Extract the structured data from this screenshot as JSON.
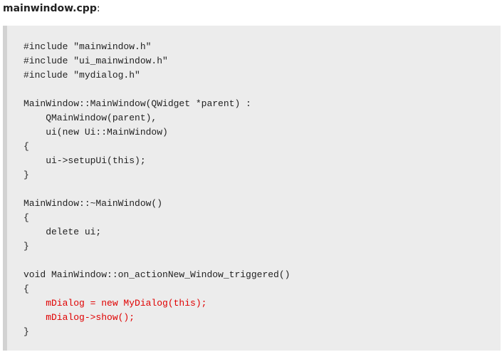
{
  "heading": {
    "filename": "mainwindow.cpp",
    "suffix": ":"
  },
  "code": {
    "lines": [
      {
        "text": "#include \"mainwindow.h\"",
        "highlight": false
      },
      {
        "text": "#include \"ui_mainwindow.h\"",
        "highlight": false
      },
      {
        "text": "#include \"mydialog.h\"",
        "highlight": false
      },
      {
        "text": "",
        "highlight": false
      },
      {
        "text": "MainWindow::MainWindow(QWidget *parent) :",
        "highlight": false
      },
      {
        "text": "    QMainWindow(parent),",
        "highlight": false
      },
      {
        "text": "    ui(new Ui::MainWindow)",
        "highlight": false
      },
      {
        "text": "{",
        "highlight": false
      },
      {
        "text": "    ui->setupUi(this);",
        "highlight": false
      },
      {
        "text": "}",
        "highlight": false
      },
      {
        "text": "",
        "highlight": false
      },
      {
        "text": "MainWindow::~MainWindow()",
        "highlight": false
      },
      {
        "text": "{",
        "highlight": false
      },
      {
        "text": "    delete ui;",
        "highlight": false
      },
      {
        "text": "}",
        "highlight": false
      },
      {
        "text": "",
        "highlight": false
      },
      {
        "text": "void MainWindow::on_actionNew_Window_triggered()",
        "highlight": false
      },
      {
        "text": "{",
        "highlight": false
      },
      {
        "text": "    mDialog = new MyDialog(this);",
        "highlight": true
      },
      {
        "text": "    mDialog->show();",
        "highlight": true
      },
      {
        "text": "}",
        "highlight": false
      }
    ]
  },
  "colors": {
    "code_background": "#ececec",
    "code_border": "#d2d2d2",
    "highlight_text": "#e00000",
    "text": "#222222"
  }
}
